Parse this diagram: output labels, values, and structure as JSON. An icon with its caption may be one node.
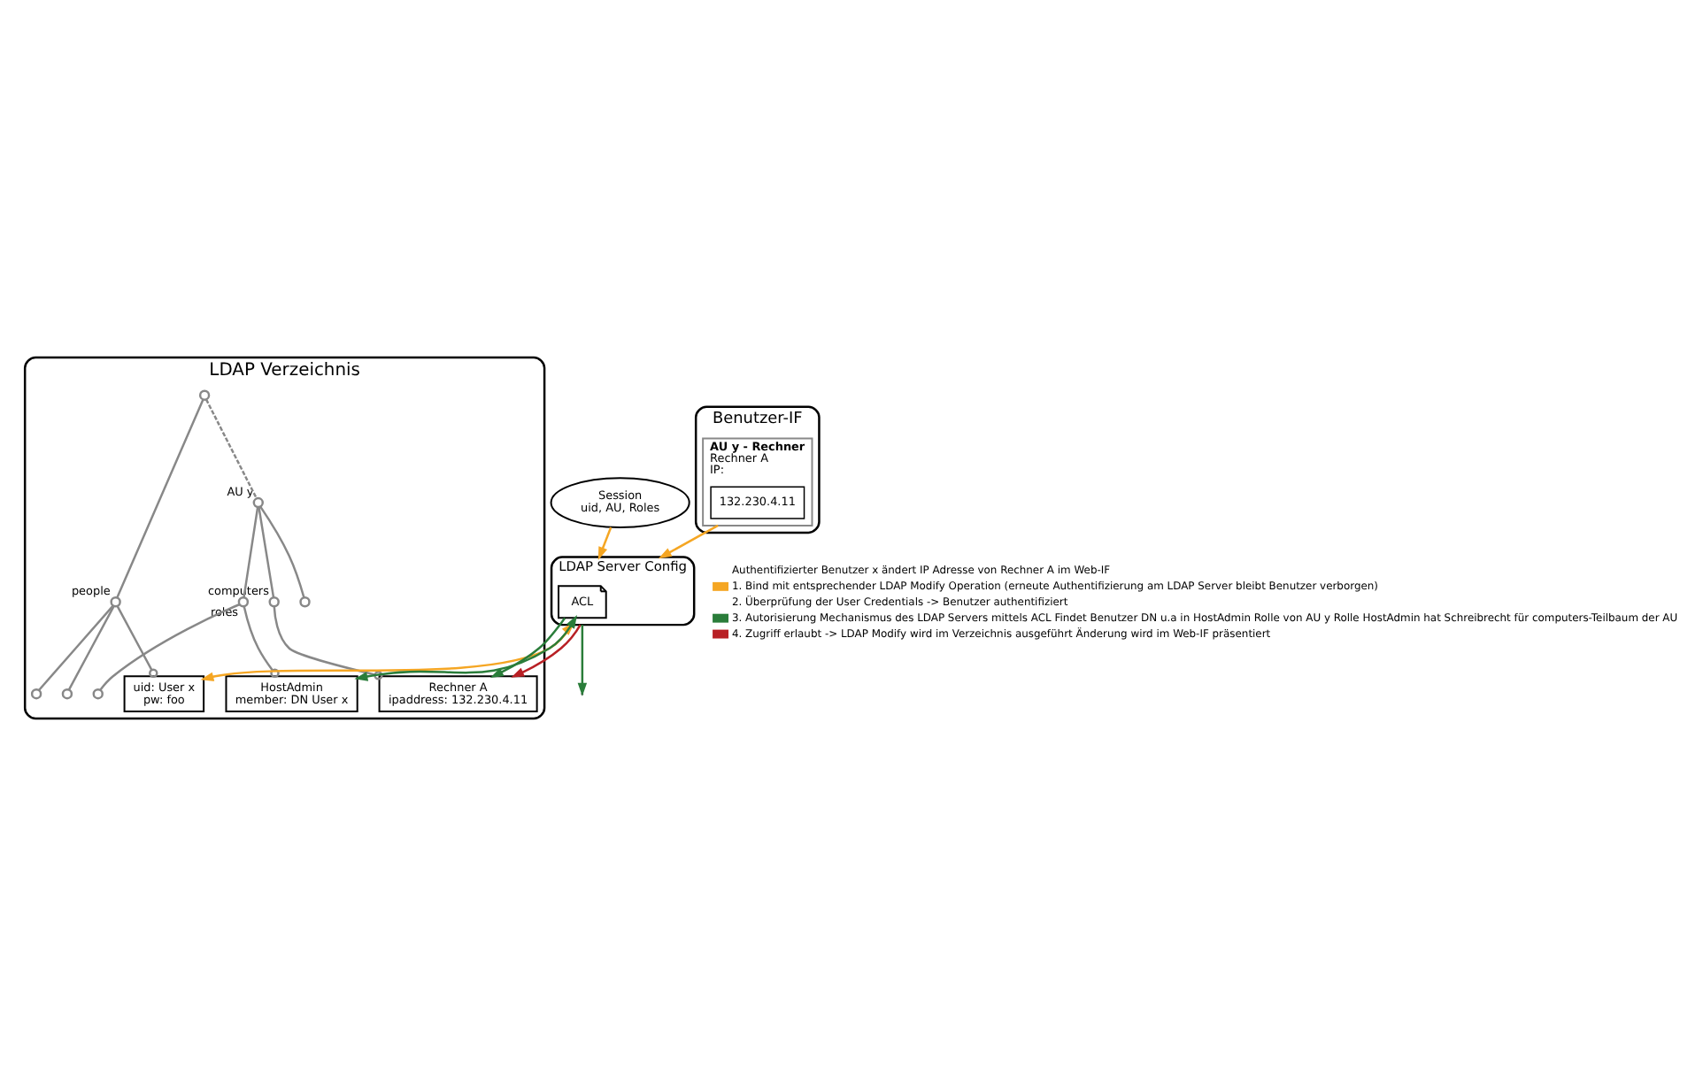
{
  "diagram": {
    "nodes": [
      {
        "text": [
          "LDAP Verzeichnis"
        ]
      },
      {
        "text": [],
        "shape": "circle",
        "in": 0
      },
      {
        "text": [],
        "shape": "circle",
        "in": 0,
        "beside": [
          "people"
        ]
      },
      {
        "text": [
          "uid: User x",
          "pw: foo"
        ],
        "in": 0
      },
      {
        "text": [],
        "shape": "circle",
        "in": 0
      },
      {
        "text": [],
        "shape": "circle",
        "in": 0
      },
      {
        "text": [],
        "shape": "circle",
        "in": 0,
        "beside": [
          "AU y"
        ]
      },
      {
        "text": [],
        "shape": "circle",
        "in": 0,
        "beside": [
          "computers"
        ]
      },
      {
        "text": [],
        "shape": "circle",
        "in": 0
      },
      {
        "text": [],
        "shape": "circle",
        "in": 0,
        "beside": [
          "roles"
        ]
      },
      {
        "text": [
          "Rechner A",
          "ipaddress: 132.230.4.11"
        ],
        "in": 0
      },
      {
        "text": [],
        "shape": "circle",
        "in": 0
      },
      {
        "text": [
          "HostAdmin",
          "member: DN User x"
        ],
        "in": 0
      },
      {
        "text": [
          "Session",
          "uid, AU, Roles"
        ]
      },
      {
        "text": [
          "Benutzer-IF"
        ]
      },
      {
        "text": [
          "AU y - Rechner",
          "Rechner A",
          "IP:"
        ],
        "in": 14
      },
      {
        "text": [
          "132.230.4.11"
        ],
        "in": 15
      },
      {
        "text": [
          "LDAP Server Config"
        ]
      },
      {
        "text": [
          "ACL"
        ],
        "in": 17
      }
    ],
    "edges": [
      {
        "from": 1,
        "to": 2,
        "arrow": "none"
      },
      {
        "from": 1,
        "to": 6,
        "arrow": "none",
        "style": "dashed"
      },
      {
        "from": 2,
        "to": 3,
        "arrow": "other"
      },
      {
        "from": 2,
        "to": 4,
        "arrow": "none"
      },
      {
        "from": 2,
        "to": 5,
        "arrow": "none"
      },
      {
        "from": 6,
        "to": 7,
        "arrow": "none"
      },
      {
        "from": 6,
        "to": 8,
        "arrow": "none"
      },
      {
        "from": 6,
        "to": 9,
        "arrow": "none"
      },
      {
        "from": 7,
        "to": 10,
        "arrow": "other"
      },
      {
        "from": 9,
        "to": 11,
        "arrow": "none"
      },
      {
        "from": 9,
        "to": 12,
        "arrow": "other"
      },
      {
        "from": 17,
        "to": 3,
        "arrow": "both",
        "color": "#f5a623"
      },
      {
        "from": 13,
        "to": 17,
        "arrow": "to",
        "color": "#f5a623"
      },
      {
        "from": 15,
        "to": 17,
        "arrow": "to",
        "color": "#f5a623"
      },
      {
        "from": 17,
        "to": null,
        "arrow": "to",
        "color": "#2a7d3a"
      },
      {
        "from": 18,
        "to": 12,
        "arrow": "both",
        "color": "#2a7d3a"
      },
      {
        "from": 18,
        "to": 10,
        "arrow": "to",
        "color": "#2a7d3a"
      },
      {
        "from": 17,
        "to": 10,
        "arrow": "to",
        "color": "#b82025"
      }
    ],
    "labels": [
      "Authentifizierter Benutzer x ändert IP Adresse von Rechner A im Web-IF",
      "2. Überprüfung der User Credentials -> Benutzer authentifiziert"
    ],
    "legend": [
      {
        "text": "1. Bind mit entsprechender LDAP Modify Operation (erneute Authentifizierung am LDAP Server bleibt Benutzer verborgen)",
        "color": "#f5a623"
      },
      {
        "text": "3. Autorisierung Mechanismus des LDAP Servers mittels ACL Findet Benutzer DN u.a in HostAdmin Rolle von AU y Rolle HostAdmin hat Schreibrecht für computers-Teilbaum der AU",
        "color": "#2a7d3a"
      },
      {
        "text": "4. Zugriff erlaubt -> LDAP Modify wird im Verzeichnis ausgeführt Änderung wird im Web-IF präsentiert",
        "color": "#b82025"
      }
    ]
  }
}
